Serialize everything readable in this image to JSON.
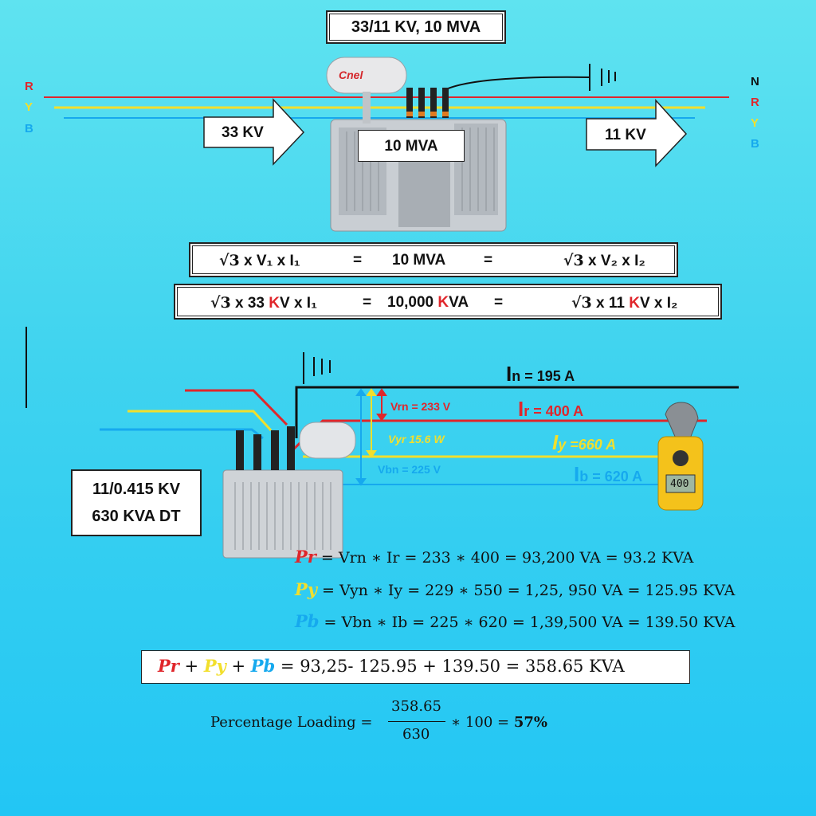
{
  "top_title": "33/11 KV, 10 MVA",
  "phases_left": [
    "R",
    "Y",
    "B"
  ],
  "phases_right": [
    "N",
    "R",
    "Y",
    "B"
  ],
  "arrow_in": "33 KV",
  "arrow_out": "11 KV",
  "center_label": "10 MVA",
  "transformer_brand": "Cnel",
  "eq1": {
    "lhs": "x V₁ x I₁",
    "eq": "=",
    "mid": "10 MVA",
    "eq2": "=",
    "rhs": "x V₂ x I₂",
    "sqrt": "√3"
  },
  "eq2": {
    "lhs_a": "x 33 ",
    "lhs_k": "K",
    "lhs_b": "V x I₁",
    "eq": "=",
    "mid_a": "10,000 ",
    "mid_k": "K",
    "mid_b": "VA",
    "eq2": "=",
    "rhs_a": "x 11 ",
    "rhs_k": "K",
    "rhs_b": "V x I₂",
    "sqrt": "√3"
  },
  "dt_label": [
    "11/0.415 KV",
    "630 KVA DT"
  ],
  "neutral_current": {
    "big": "I",
    "rest": "n = 195 A"
  },
  "v_rn": "Vrn = 233 V",
  "v_yr": "Vyr 15.6 W",
  "v_bn": "Vbn = 225 V",
  "i_r": {
    "big": "I",
    "rest": "r = 400 A"
  },
  "i_y": {
    "big": "I",
    "rest": "y =660 A"
  },
  "i_b": {
    "big": "I",
    "rest": "b = 620 A"
  },
  "meter_display": "400",
  "pr_eq": {
    "var": "Pr",
    "text": " = Vrn ∗ Ir = 233 ∗ 400 = 93,200 VA = 93.2 KVA"
  },
  "py_eq": {
    "var": "Py",
    "text": " = Vyn ∗ Iy = 229 ∗ 550 = 1,25, 950 VA = 125.95 KVA"
  },
  "pb_eq": {
    "var": "Pb",
    "text": " = Vbn ∗ Ib = 225 ∗ 620 = 1,39,500 VA = 139.50 KVA"
  },
  "sum_eq": {
    "pr": "Pr",
    "plus1": " + ",
    "py": "Py",
    "plus2": " + ",
    "pb": "Pb",
    "rest": " = 93,25- 125.95 + 139.50 = 358.65 KVA"
  },
  "loading": {
    "label": "Percentage Loading =",
    "num": "358.65",
    "den": "630",
    "tail": "∗ 100 = ",
    "result": "57%"
  },
  "colors": {
    "red": "#e0262b",
    "yellow": "#f2df2c",
    "blue": "#16a9ee",
    "black": "#111111"
  }
}
